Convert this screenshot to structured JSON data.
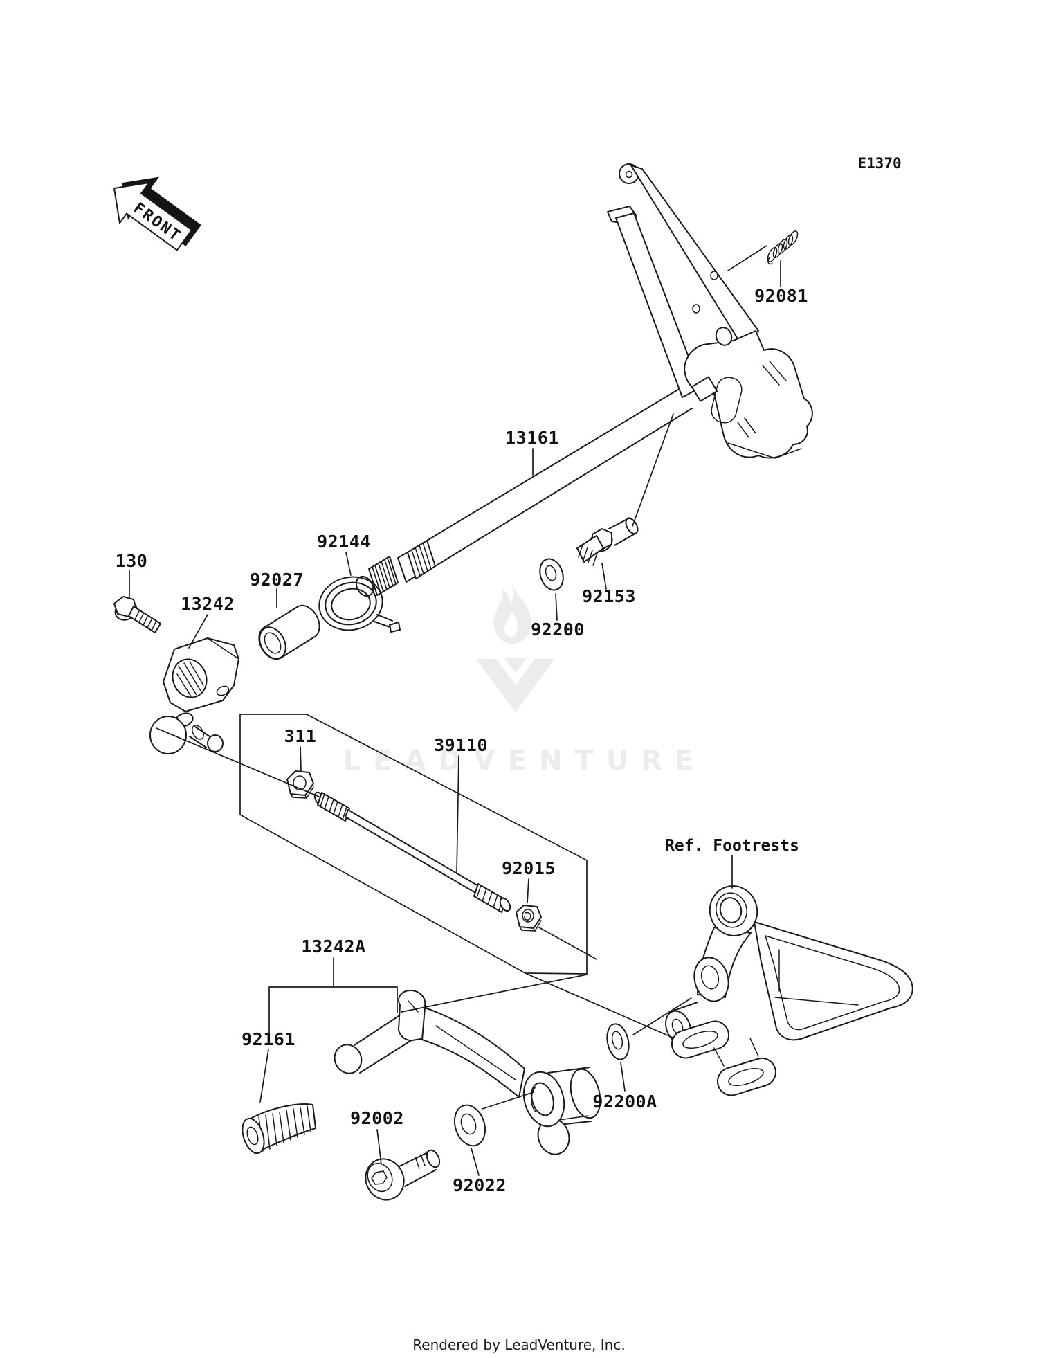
{
  "diagram": {
    "code": "E1370",
    "front_marker": "FRONT",
    "reference_label": "Ref. Footrests",
    "ink_color": "#1a1a1a",
    "parts": [
      {
        "id": "92081"
      },
      {
        "id": "13161"
      },
      {
        "id": "92144"
      },
      {
        "id": "92027"
      },
      {
        "id": "130"
      },
      {
        "id": "13242"
      },
      {
        "id": "92153"
      },
      {
        "id": "92200"
      },
      {
        "id": "311"
      },
      {
        "id": "39110"
      },
      {
        "id": "92015"
      },
      {
        "id": "13242A"
      },
      {
        "id": "92161"
      },
      {
        "id": "92002"
      },
      {
        "id": "92022"
      },
      {
        "id": "92200A"
      }
    ],
    "watermark": {
      "logo": "leadventure-flame-logo",
      "text": "LEADVENTURE",
      "color": "#ececec"
    },
    "footer": "Rendered by LeadVenture, Inc."
  }
}
